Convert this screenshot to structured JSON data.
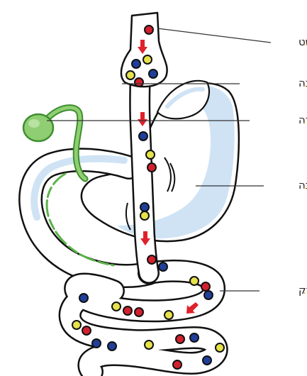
{
  "labels": [
    {
      "key": "crop",
      "text": "ושט"
    },
    {
      "key": "gizzard",
      "text": "כיס הקיבה"
    },
    {
      "key": "gallbladder",
      "text": "כיס מרה"
    },
    {
      "key": "stomach",
      "text": "קיבה"
    },
    {
      "key": "intestine",
      "text": "מעי דק"
    }
  ],
  "colors": {
    "outline": "#111111",
    "stomach_fill": "#ffffff",
    "stomach_shade": "#cfe3f5",
    "tube_fill": "#ffffff",
    "gallbladder_fill": "#8fce72",
    "gallbladder_stroke": "#3f8f2f",
    "bile_line": "#5bb34a",
    "arrow": "#e0202a",
    "ball_red": "#d2202f",
    "ball_blue": "#1f3f9a",
    "ball_yellow": "#e6e24a",
    "bullet": "#e8a317"
  },
  "icons": [
    "down-arrow-icon",
    "nutrient-ball-icon"
  ]
}
